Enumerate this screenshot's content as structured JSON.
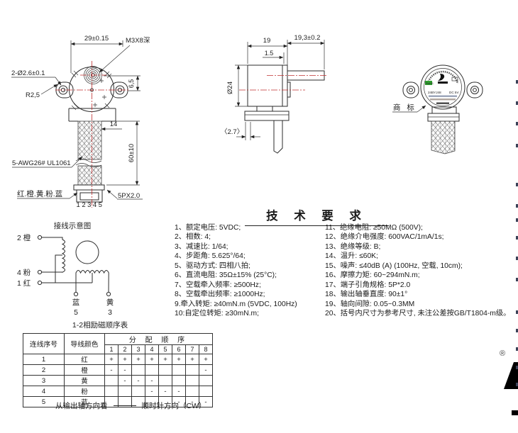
{
  "front": {
    "dim_width": "29±0.15",
    "screw": "M3X8深",
    "holes": "2-Ø2.6±0.1",
    "radius": "R2,5",
    "offset": "6,5",
    "cable_w": "14",
    "cable_len": "60±10",
    "wire_spec": "5-AWG26# UL1061",
    "wire_colors": "红.橙.黄.粉.蓝",
    "pins": "12345",
    "connector": "5PX2.0"
  },
  "side": {
    "len_body": "19",
    "len_shaft": "19,3±0.2",
    "step": "1.5",
    "dia": "Ø24",
    "ref": "〈2.7〉"
  },
  "rear": {
    "trademark": "商 标",
    "model": "24BYJ48",
    "volt": "DC 5V",
    "rohs": "RoHS"
  },
  "wiring": {
    "title": "接线示意图",
    "t2": "2 橙",
    "t4": "4 粉",
    "t1": "1 红",
    "blue": "蓝",
    "n5": "5",
    "yellow": "黄",
    "n3": "3",
    "subtitle": "1-2相励磁顺序表"
  },
  "tech": {
    "title": "技 术 要 求",
    "left": [
      "1、额定电压: 5VDC;",
      "2、相数: 4;",
      "3、减速比: 1/64;",
      "4、步距角: 5.625°/64;",
      "5、驱动方式: 四相八拍;",
      "6、直流电阻: 35Ω±15% (25°C);",
      "7、空载牵入频率: ≥500Hz;",
      "8、空载牵出频率: ≥1000Hz;",
      "9.牵入转矩: ≥40mN.m (5VDC, 100Hz)",
      "10:自定位转矩: ≥30mN.m;"
    ],
    "right": [
      "11、绝缘电阻: ≥50MΩ (500V);",
      "12、绝缘介电强度: 600VAC/1mA/1s;",
      "13、绝缘等级: B;",
      "14、温升: ≤60K;",
      "15、噪声: ≤40dB (A) (100Hz, 空载, 10cm);",
      "16、摩擦力矩: 60~294mN.m;",
      "17、端子引角规格: 5P*2.0",
      "18、输出轴垂直度: 90±1°",
      "19、轴向间隙: 0.05~0.3MM",
      "20、括号内尺寸为参考尺寸, 未注公差按GB/T1804-m级。"
    ]
  },
  "seq_table": {
    "h_wire": "连线序号",
    "h_color": "导线颜色",
    "h_seq": "分 配 顺 序",
    "steps": [
      "1",
      "2",
      "3",
      "4",
      "5",
      "6",
      "7",
      "8"
    ],
    "rows": [
      {
        "no": "1",
        "color": "红",
        "cells": [
          "+",
          "+",
          "+",
          "+",
          "+",
          "+",
          "+",
          "+"
        ]
      },
      {
        "no": "2",
        "color": "橙",
        "cells": [
          "-",
          "-",
          "",
          "",
          "",
          "",
          "",
          "-"
        ]
      },
      {
        "no": "3",
        "color": "黄",
        "cells": [
          "",
          "-",
          "-",
          "-",
          "",
          "",
          "",
          ""
        ]
      },
      {
        "no": "4",
        "color": "粉",
        "cells": [
          "",
          "",
          "",
          "-",
          "-",
          "-",
          "",
          ""
        ]
      },
      {
        "no": "5",
        "color": "蓝",
        "cells": [
          "",
          "",
          "",
          "",
          "",
          "-",
          "-",
          "-"
        ]
      }
    ],
    "note_from": "从输出轴方向看",
    "note_dir": "顺时针方向（CW）"
  },
  "misc": {
    "reg": "®"
  }
}
